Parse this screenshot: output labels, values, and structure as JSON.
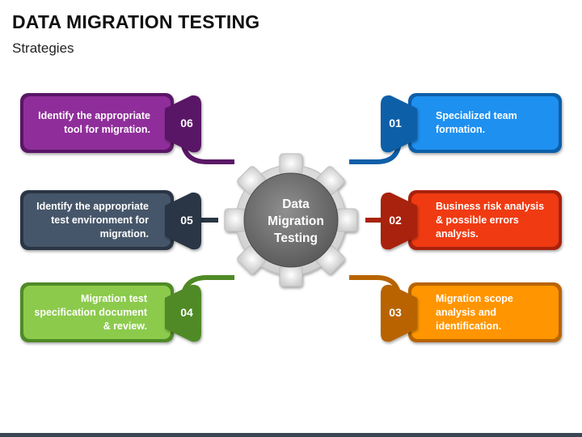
{
  "title": "DATA MIGRATION TESTING",
  "subtitle": "Strategies",
  "center": {
    "label": "Data\nMigration\nTesting"
  },
  "steps": [
    {
      "number": "01",
      "text": "Specialized team formation.",
      "color": "#1e90f0",
      "tab_color": "#0f5fa8"
    },
    {
      "number": "02",
      "text": "Business risk analysis & possible errors analysis.",
      "color": "#f03a12",
      "tab_color": "#a8230b"
    },
    {
      "number": "03",
      "text": "Migration scope analysis and identification.",
      "color": "#ff9500",
      "tab_color": "#b86400"
    },
    {
      "number": "04",
      "text": "Migration test specification document & review.",
      "color": "#8cca4c",
      "tab_color": "#4f8a26"
    },
    {
      "number": "05",
      "text": "Identify the appropriate test environment for migration.",
      "color": "#46566a",
      "tab_color": "#2a3644"
    },
    {
      "number": "06",
      "text": "Identify the appropriate tool for migration.",
      "color": "#8f2e9a",
      "tab_color": "#5a1866"
    }
  ]
}
